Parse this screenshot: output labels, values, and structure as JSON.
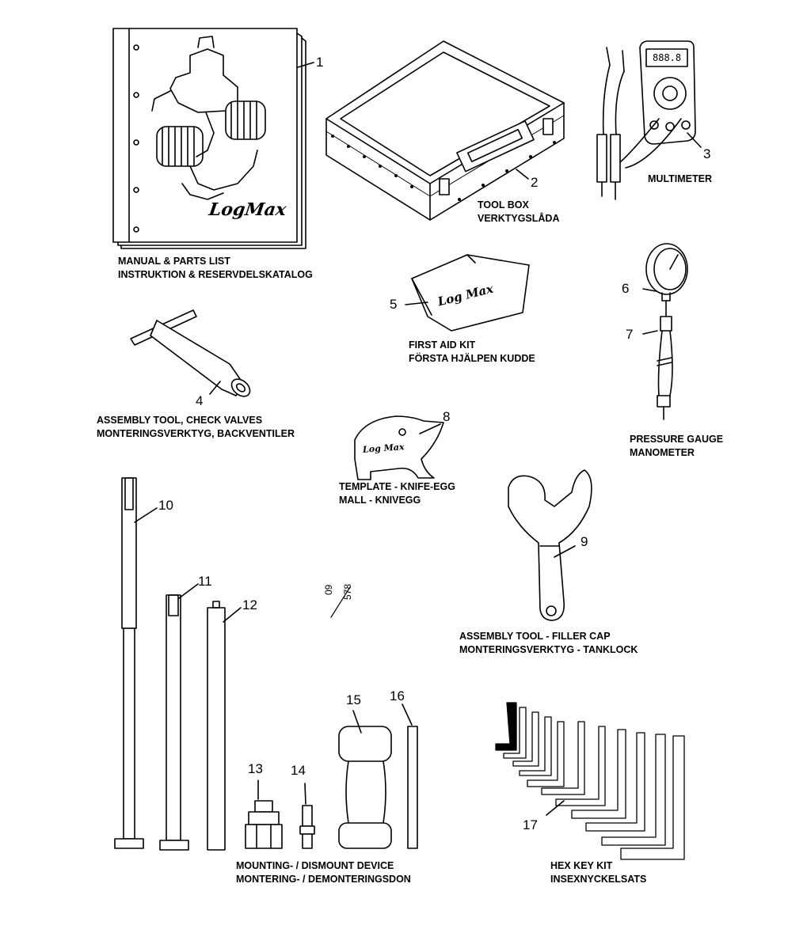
{
  "items": [
    {
      "num": "1",
      "caption": [
        "MANUAL & PARTS LIST",
        "INSTRUKTION & RESERVDELSKATALOG"
      ]
    },
    {
      "num": "2",
      "caption": [
        "TOOL BOX",
        "VERKTYGSLÅDA"
      ]
    },
    {
      "num": "3",
      "caption": [
        "MULTIMETER"
      ]
    },
    {
      "num": "4",
      "caption": [
        "ASSEMBLY TOOL, CHECK VALVES",
        "MONTERINGSVERKTYG,  BACKVENTILER"
      ]
    },
    {
      "num": "5",
      "caption": [
        "FIRST AID KIT",
        "FÖRSTA HJÄLPEN KUDDE"
      ]
    },
    {
      "num": "6"
    },
    {
      "num": "7",
      "caption": [
        "PRESSURE GAUGE",
        "MANOMETER"
      ]
    },
    {
      "num": "8",
      "caption": [
        "TEMPLATE - KNIFE-EGG",
        "MALL - KNIVEGG"
      ]
    },
    {
      "num": "9",
      "caption": [
        "ASSEMBLY TOOL -  FILLER CAP",
        "MONTERINGSVERKTYG - TANKLOCK"
      ]
    },
    {
      "num": "10"
    },
    {
      "num": "11"
    },
    {
      "num": "12"
    },
    {
      "num": "13"
    },
    {
      "num": "14"
    },
    {
      "num": "15"
    },
    {
      "num": "16"
    },
    {
      "num": "17",
      "caption": [
        "HEX KEY KIT",
        "INSEXNYCKELSATS"
      ]
    }
  ],
  "group_caption_13_16": [
    "MOUNTING- / DISMOUNT DEVICE",
    "MONTERING- / DEMONTERINGSDON"
  ],
  "logos": {
    "manual": "LogMax",
    "first_aid": "Log Max",
    "template": "Log Max"
  },
  "multimeter_display": "888.8",
  "drawing_code": {
    "top": "09",
    "bottom": "578"
  }
}
